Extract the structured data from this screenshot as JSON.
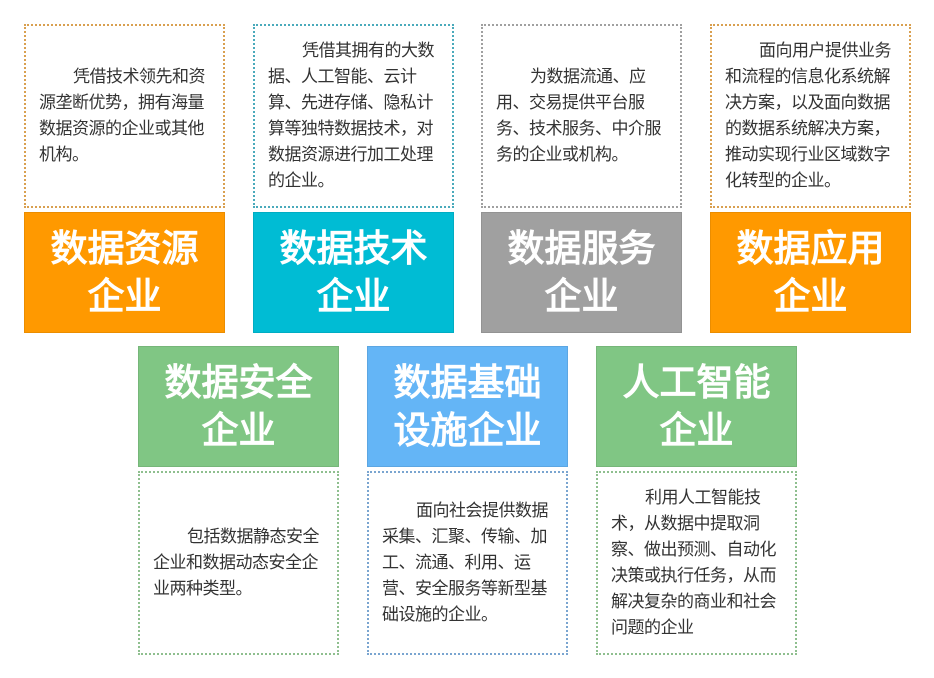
{
  "colors": {
    "orange": "#FF9900",
    "teal": "#00BCD4",
    "gray": "#A0A0A0",
    "green": "#80C684",
    "blue": "#64B5F6"
  },
  "cards": [
    {
      "title_line1": "数据资源",
      "title_line2": "企业",
      "desc": "凭借技术领先和资源垄断优势，拥有海量数据资源的企业或其他机构。"
    },
    {
      "title_line1": "数据技术",
      "title_line2": "企业",
      "desc": "凭借其拥有的大数据、人工智能、云计算、先进存储、隐私计算等独特数据技术，对数据资源进行加工处理的企业。"
    },
    {
      "title_line1": "数据服务",
      "title_line2": "企业",
      "desc": "为数据流通、应用、交易提供平台服务、技术服务、中介服务的企业或机构。"
    },
    {
      "title_line1": "数据应用",
      "title_line2": "企业",
      "desc": "面向用户提供业务和流程的信息化系统解决方案，以及面向数据的数据系统解决方案，推动实现行业区域数字化转型的企业。"
    },
    {
      "title_line1": "数据安全",
      "title_line2": "企业",
      "desc": "包括数据静态安全企业和数据动态安全企业两种类型。"
    },
    {
      "title_line1": "数据基础",
      "title_line2": "设施企业",
      "desc": "面向社会提供数据采集、汇聚、传输、加工、流通、利用、运营、安全服务等新型基础设施的企业。"
    },
    {
      "title_line1": "人工智能",
      "title_line2": "企业",
      "desc": "利用人工智能技术，从数据中提取洞察、做出预测、自动化决策或执行任务，从而解决复杂的商业和社会问题的企业"
    }
  ]
}
